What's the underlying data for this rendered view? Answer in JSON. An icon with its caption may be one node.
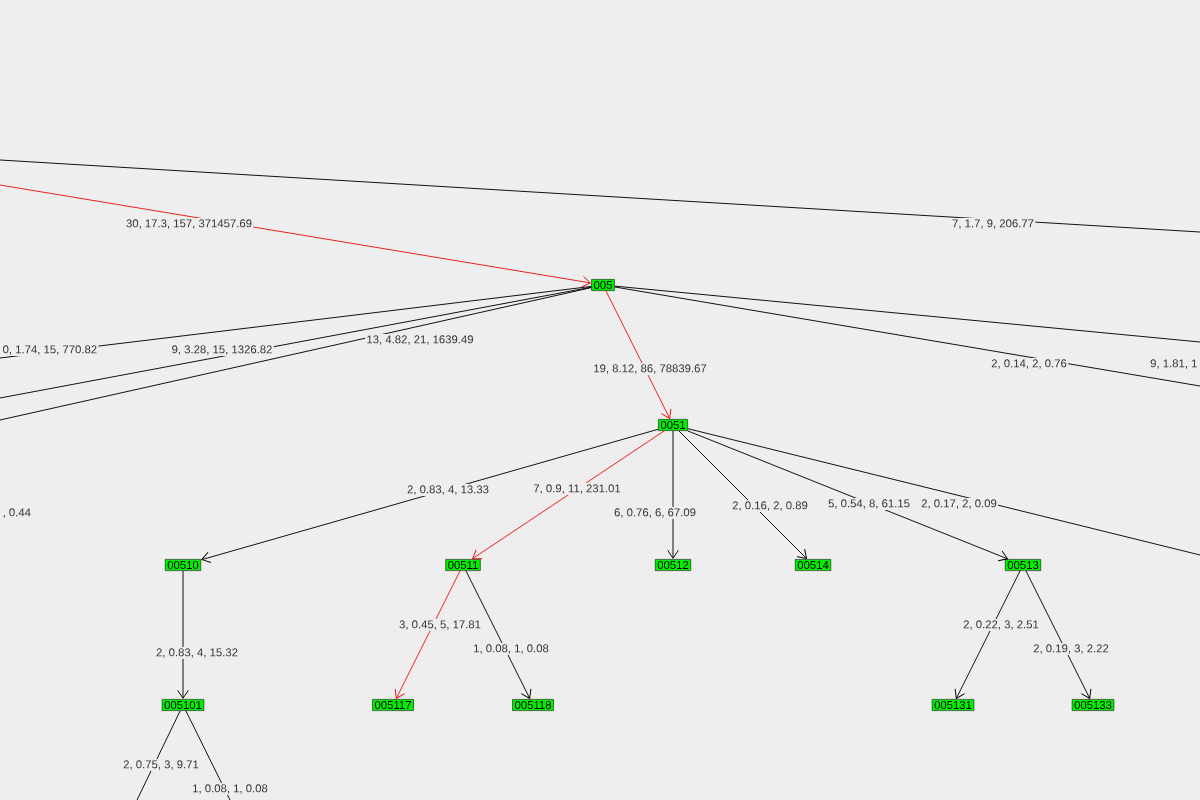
{
  "diagram": {
    "nodes": [
      {
        "text": [
          "005"
        ]
      },
      {
        "text": [
          "0051"
        ]
      },
      {
        "text": [
          "00510"
        ]
      },
      {
        "text": [
          "00511"
        ]
      },
      {
        "text": [
          "00512"
        ]
      },
      {
        "text": [
          "00514"
        ]
      },
      {
        "text": [
          "00513"
        ]
      },
      {
        "text": [
          "005101"
        ]
      },
      {
        "text": [
          "005117"
        ]
      },
      {
        "text": [
          "005118"
        ]
      },
      {
        "text": [
          "005131"
        ]
      },
      {
        "text": [
          "005133"
        ]
      }
    ],
    "edges": [
      {
        "from": null,
        "to": 0,
        "arrow": "to",
        "label": "30, 17.3, 157, 371457.69",
        "color": "#ee1111"
      },
      {
        "from": 0,
        "to": null,
        "arrow": "none",
        "label": "0, 1.74, 15, 770.82"
      },
      {
        "from": 0,
        "to": null,
        "arrow": "none",
        "label": "9, 3.28, 15, 1326.82"
      },
      {
        "from": 0,
        "to": null,
        "arrow": "none",
        "label": "13, 4.82, 21, 1639.49"
      },
      {
        "from": 0,
        "to": null,
        "arrow": "none",
        "label": "9, 1.81, 1"
      },
      {
        "from": 0,
        "to": null,
        "arrow": "none",
        "label": "2, 0.14, 2, 0.76"
      },
      {
        "from": 0,
        "to": 1,
        "arrow": "to",
        "label": "19, 8.12, 86, 78839.67",
        "color": "#ee1111"
      },
      {
        "from": 1,
        "to": 2,
        "arrow": "to",
        "label": "2, 0.83, 4, 13.33"
      },
      {
        "from": 1,
        "to": 3,
        "arrow": "to",
        "label": "7, 0.9, 11, 231.01",
        "color": "#ee1111"
      },
      {
        "from": 1,
        "to": 4,
        "arrow": "to",
        "label": "6, 0.76, 6, 67.09"
      },
      {
        "from": 1,
        "to": 5,
        "arrow": "to",
        "label": "2, 0.16, 2, 0.89"
      },
      {
        "from": 1,
        "to": 6,
        "arrow": "to",
        "label": "5, 0.54, 8, 61.15"
      },
      {
        "from": 1,
        "to": null,
        "arrow": "none",
        "label": "2, 0.17, 2, 0.09"
      },
      {
        "from": 2,
        "to": 7,
        "arrow": "to",
        "label": "2, 0.83, 4, 15.32"
      },
      {
        "from": 7,
        "to": null,
        "arrow": "none",
        "label": "2, 0.75, 3, 9.71"
      },
      {
        "from": 7,
        "to": null,
        "arrow": "none",
        "label": "1, 0.08, 1, 0.08"
      },
      {
        "from": 3,
        "to": 8,
        "arrow": "to",
        "label": "3, 0.45, 5, 17.81",
        "color": "#ee1111"
      },
      {
        "from": 3,
        "to": 9,
        "arrow": "to",
        "label": "1, 0.08, 1, 0.08"
      },
      {
        "from": 6,
        "to": 10,
        "arrow": "to",
        "label": "2, 0.22, 3, 2.51"
      },
      {
        "from": 6,
        "to": 11,
        "arrow": "to",
        "label": "2, 0.19, 3, 2.22"
      }
    ],
    "labels": [
      "7, 1.7, 9, 206.77",
      ", 0.44"
    ]
  }
}
